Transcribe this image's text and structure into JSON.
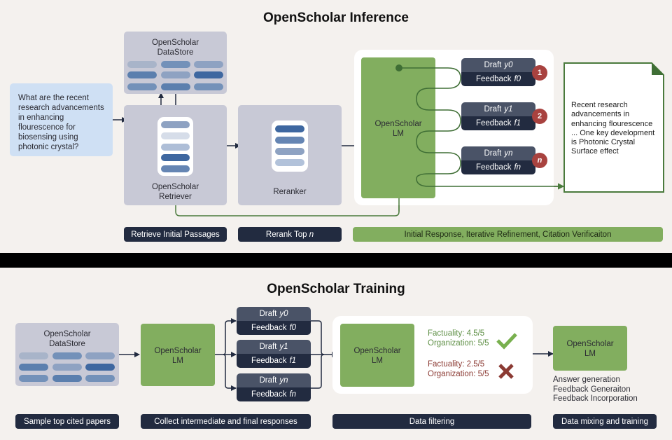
{
  "inference": {
    "title": "OpenScholar Inference",
    "datastore_label": "OpenScholar\nDataStore",
    "datastore_line1": "OpenScholar",
    "datastore_line2": "DataStore",
    "query_text": "What are the recent research advancements in enhancing flourescence for biosensing using photonic crystal?",
    "retriever_line1": "OpenScholar",
    "retriever_line2": "Retriever",
    "reranker_label": "Reranker",
    "lm_line1": "OpenScholar",
    "lm_line2": "LM",
    "drafts": [
      {
        "draft_prefix": "Draft",
        "draft_var": "y0",
        "feedback_prefix": "Feedback",
        "feedback_var": "f0",
        "badge": "1"
      },
      {
        "draft_prefix": "Draft",
        "draft_var": "y1",
        "feedback_prefix": "Feedback",
        "feedback_var": "f1",
        "badge": "2"
      },
      {
        "draft_prefix": "Draft",
        "draft_var": "yn",
        "feedback_prefix": "Feedback",
        "feedback_var": "fn",
        "badge": "n"
      }
    ],
    "output_doc": "Recent research advancements in enhancing flourescence ... One key development is Photonic Crystal Surface effect",
    "stage_labels": {
      "retrieve": "Retrieve Initial Passages",
      "rerank_prefix": "Rerank Top",
      "rerank_var": "n",
      "response": "Initial Response, Iterative Refinement, Citation Verificaiton"
    }
  },
  "training": {
    "title": "OpenScholar Training",
    "datastore_line1": "OpenScholar",
    "datastore_line2": "DataStore",
    "lm_line1": "OpenScholar",
    "lm_line2": "LM",
    "drafts": [
      {
        "draft_prefix": "Draft",
        "draft_var": "y0",
        "feedback_prefix": "Feedback",
        "feedback_var": "f0"
      },
      {
        "draft_prefix": "Draft",
        "draft_var": "y1",
        "feedback_prefix": "Feedback",
        "feedback_var": "f1"
      },
      {
        "draft_prefix": "Draft",
        "draft_var": "yn",
        "feedback_prefix": "Feedback",
        "feedback_var": "fn"
      }
    ],
    "filter": {
      "accepted": {
        "line1": "Factuality: 4.5/5",
        "line2": "Organization: 5/5",
        "icon": "checkmark-icon"
      },
      "rejected": {
        "line1": "Factuality: 2.5/5",
        "line2": "Organization: 5/5",
        "icon": "cross-icon"
      }
    },
    "final_tasks": [
      "Answer generation",
      "Feedback Generaiton",
      "Feedback Incorporation"
    ],
    "stage_labels": {
      "sample": "Sample top cited papers",
      "collect": "Collect intermediate and final responses",
      "filter": "Data filtering",
      "mix": "Data mixing and training"
    }
  },
  "colors": {
    "background": "#f4f1ee",
    "navy": "#222b40",
    "draft_top": "#4a5367",
    "green": "#82ae5f",
    "dark_green": "#4a7a3c",
    "gray_box": "#c8c9d6",
    "query_blue": "#cfe0f4",
    "badge_red": "#a8423f",
    "accept_green": "#5e8f45",
    "reject_red": "#8b3a33"
  }
}
